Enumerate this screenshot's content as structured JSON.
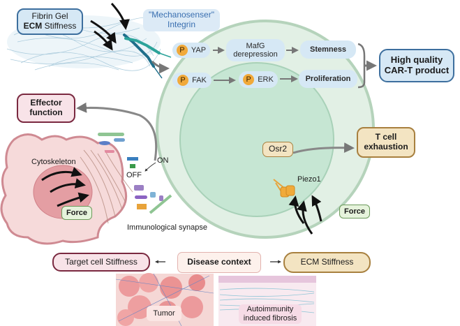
{
  "fibrin_box": {
    "line1": "Fibrin Gel",
    "line2_bold": "ECM",
    "line2_rest": " Stiffness"
  },
  "integrin_label": {
    "line1": "\"Mechanosenser\"",
    "line2": "Integrin"
  },
  "pathway": {
    "yap": {
      "badge": "P",
      "label": "YAP"
    },
    "mafg": {
      "line1": "MafG",
      "line2": "derepression"
    },
    "stemness": "Stemness",
    "fak": {
      "badge": "P",
      "label": "FAK"
    },
    "erk": {
      "badge": "P",
      "label": "ERK"
    },
    "proliferation": "Proliferation"
  },
  "car_t_box": {
    "line1": "High quality",
    "line2": "CAR-T product"
  },
  "effector_box": {
    "line1": "Effector",
    "line2": "function"
  },
  "synapse": {
    "on": "ON",
    "off": "OFF",
    "cytoskeleton": "Cytoskeleton",
    "force": "Force",
    "synapse_label": "Immunological synapse"
  },
  "osr2": "Osr2",
  "exhaustion_box": {
    "line1": "T cell",
    "line2": "exhaustion"
  },
  "piezo1": "Piezo1",
  "force_right": "Force",
  "bottom": {
    "target_stiffness": "Target cell Stiffness",
    "disease_context": "Disease context",
    "ecm_stiffness": "ECM Stiffness",
    "tumor": "Tumor",
    "fibrosis": {
      "line1": "Autoimmunity",
      "line2": "induced fibrosis"
    }
  },
  "colors": {
    "blue_box_border": "#3d6f9e",
    "blue_box_fill": "#d6e8f5",
    "maroon_border": "#7a2940",
    "maroon_fill": "#f8e3e8",
    "tan_border": "#a8803f",
    "tan_fill": "#f3e4c2",
    "green_force_border": "#6b9a5a",
    "green_force_fill": "#e6f3dc",
    "cell_outer": "#e2f0e5",
    "cell_outer_border": "#b5d3bb",
    "cell_nucleus": "#c6e6d3",
    "p_badge": "#f1a93a",
    "target_cell": "#f6dada",
    "target_cell_border": "#cf8a92"
  }
}
